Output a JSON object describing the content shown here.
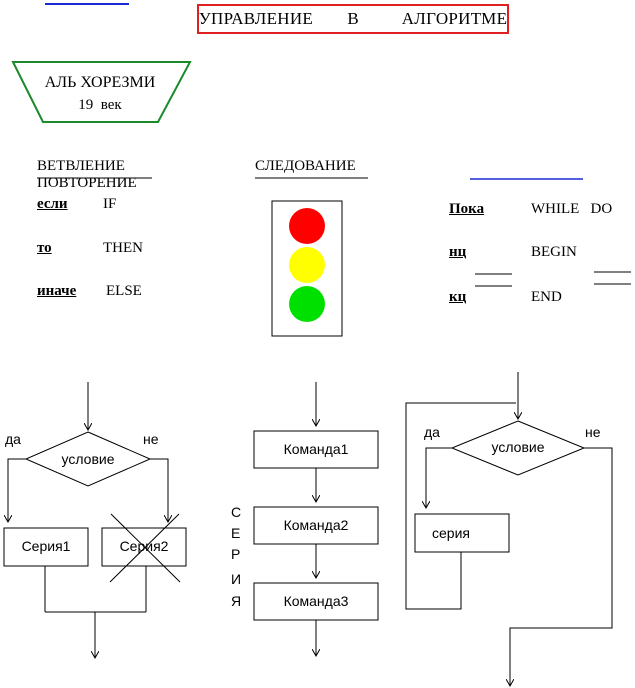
{
  "title": "УПРАВЛЕНИЕ    В     АЛГОРИТМЕ",
  "author": {
    "name": "АЛЬ ХОРЕЗМИ",
    "century": "19  век"
  },
  "headers": {
    "branching": "ВЕТВЛЕНИЕ",
    "repeat": "ПОВТОРЕНИЕ",
    "sequence": "СЛЕДОВАНИЕ"
  },
  "branching_keywords": [
    {
      "ru": "если",
      "en": "IF"
    },
    {
      "ru": "то",
      "en": "THEN"
    },
    {
      "ru": "иначе",
      "en": "ELSE"
    }
  ],
  "loop_keywords": [
    {
      "ru": "Пока",
      "en": "WHILE   DO"
    },
    {
      "ru": "нц",
      "en": "BEGIN"
    },
    {
      "ru": "кц",
      "en": "END"
    }
  ],
  "traffic_light": {
    "colors": [
      "#ff0000",
      "#ffff00",
      "#00e000"
    ]
  },
  "branch_diagram": {
    "yes": "да",
    "no": "не",
    "condition": "условие",
    "left_block": "Серия1",
    "right_block": "Серия2"
  },
  "sequence_diagram": {
    "commands": [
      "Команда1",
      "Команда2",
      "Команда3"
    ],
    "series_letters": [
      "С",
      "Е",
      "Р",
      "И",
      "Я"
    ]
  },
  "loop_diagram": {
    "yes": "да",
    "no": "не",
    "condition": "условие",
    "body": "серия"
  },
  "colors": {
    "title_border": "#e02020",
    "author_border": "#1a8a2a",
    "link_line": "#1a2ad0"
  }
}
